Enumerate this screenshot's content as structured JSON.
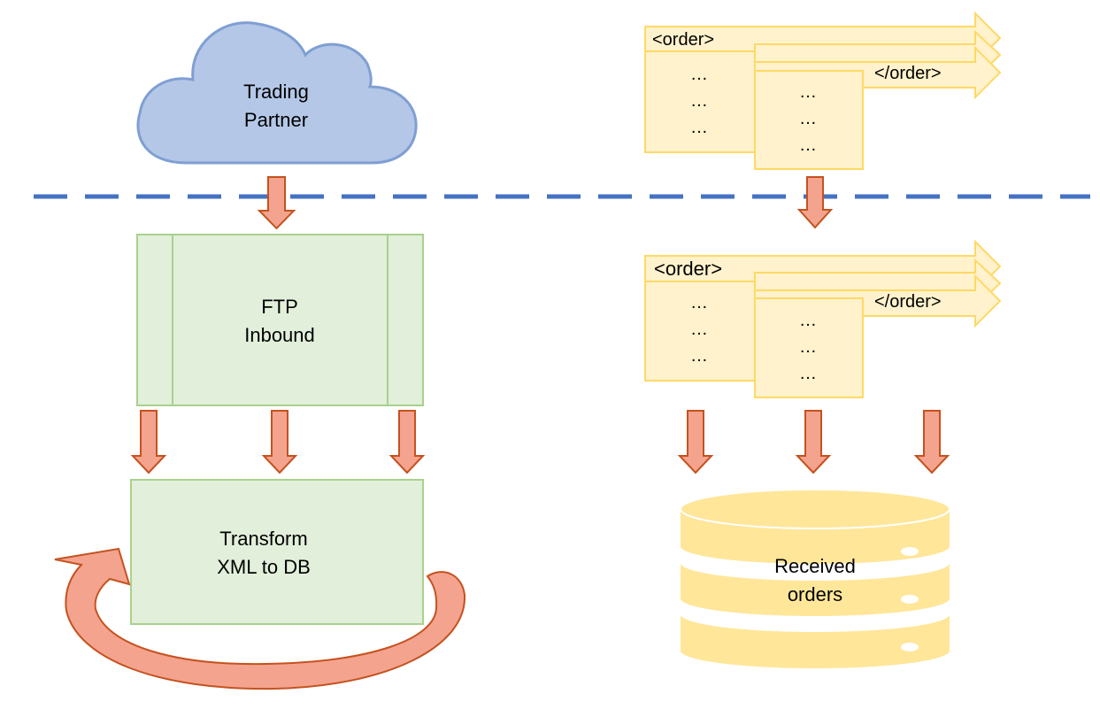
{
  "cloud": {
    "line1": "Trading",
    "line2": "Partner"
  },
  "ftp": {
    "line1": "FTP",
    "line2": "Inbound"
  },
  "transform": {
    "line1": "Transform",
    "line2": "XML to DB"
  },
  "database": {
    "line1": "Received",
    "line2": "orders"
  },
  "docs_top": {
    "open_tag": "<order>",
    "close_tag": "</order>",
    "dots": "…"
  },
  "docs_bottom": {
    "open_tag": "<order>",
    "close_tag": "</order>",
    "dots": "…"
  },
  "colors": {
    "cloud_fill": "#b4c7e7",
    "cloud_stroke": "#7f9fd3",
    "green_fill": "#e2efda",
    "green_stroke": "#a9d18e",
    "yellow_fill": "#fff2cc",
    "yellow_stroke": "#ffd966",
    "db_fill": "#ffe699",
    "arrow_fill": "#f4a38e",
    "arrow_stroke": "#c5521f",
    "divider": "#4472c4"
  }
}
